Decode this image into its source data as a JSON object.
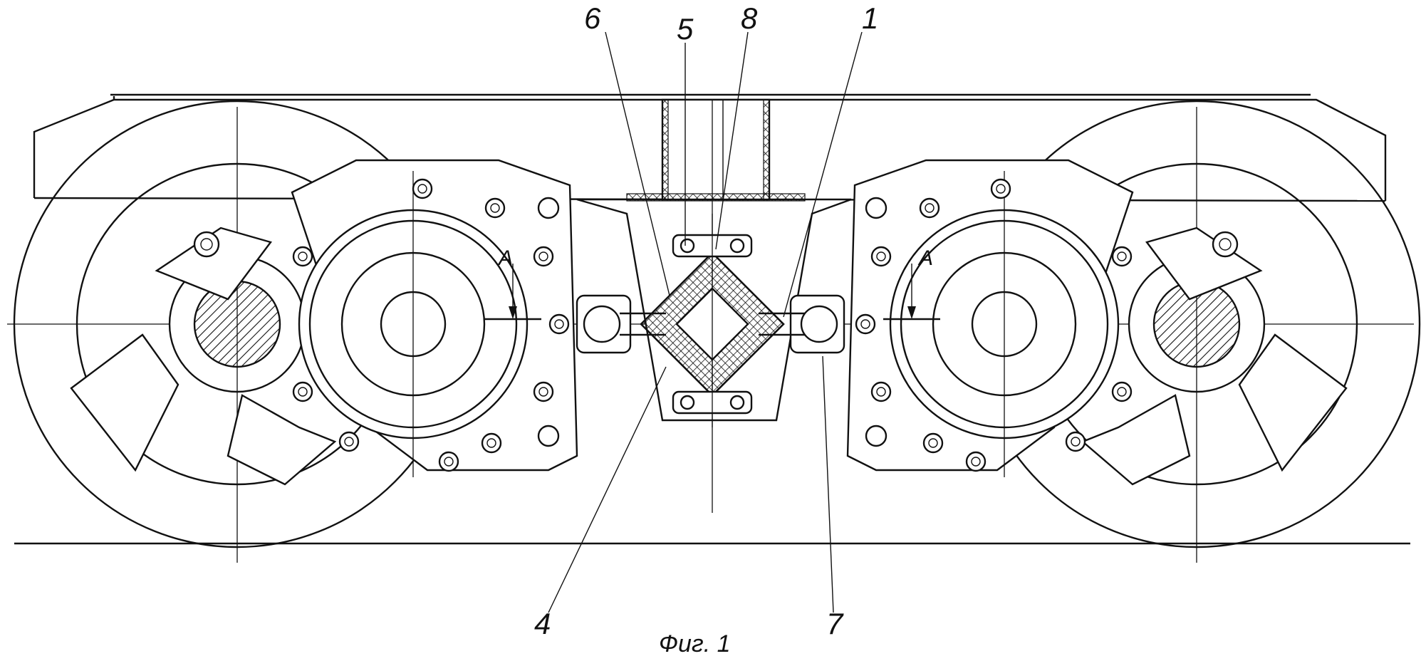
{
  "figure": {
    "caption": "Фиг. 1",
    "callouts": [
      "6",
      "5",
      "8",
      "1",
      "4",
      "7"
    ],
    "section_mark": "A"
  },
  "colors": {
    "ink": "#111111",
    "paper": "#ffffff"
  }
}
